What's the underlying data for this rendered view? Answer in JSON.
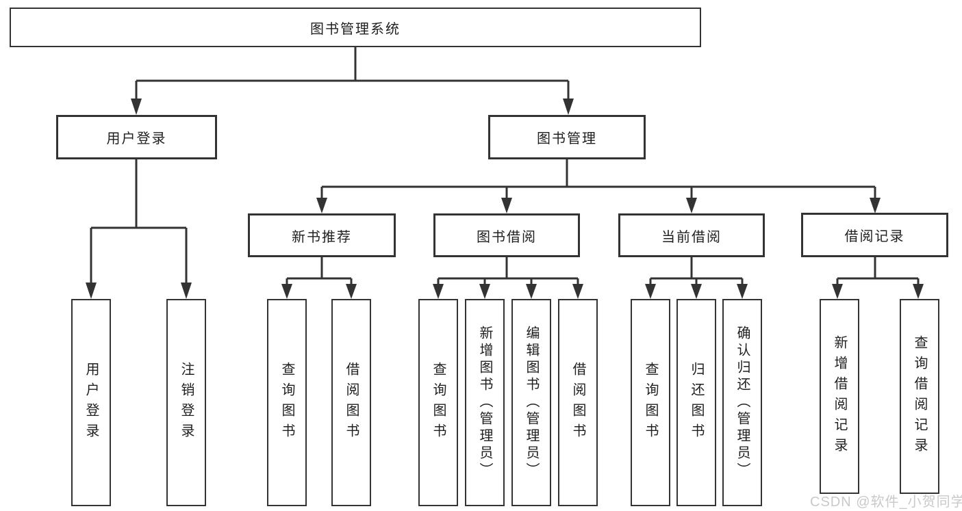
{
  "diagram": {
    "root": {
      "label": "图书管理系统"
    },
    "user_login": {
      "label": "用户登录",
      "children": [
        {
          "label": "用户登录"
        },
        {
          "label": "注销登录"
        }
      ]
    },
    "book_mgmt": {
      "label": "图书管理",
      "children": [
        {
          "label": "新书推荐",
          "children": [
            {
              "label": "查询图书"
            },
            {
              "label": "借阅图书"
            }
          ]
        },
        {
          "label": "图书借阅",
          "children": [
            {
              "label": "查询图书"
            },
            {
              "label": "新增图书（管理员）"
            },
            {
              "label": "编辑图书（管理员）"
            },
            {
              "label": "借阅图书"
            }
          ]
        },
        {
          "label": "当前借阅",
          "children": [
            {
              "label": "查询图书"
            },
            {
              "label": "归还图书"
            },
            {
              "label": "确认归还（管理员）"
            }
          ]
        },
        {
          "label": "借阅记录",
          "children": [
            {
              "label": "新增借阅记录"
            },
            {
              "label": "查询借阅记录"
            }
          ]
        }
      ]
    }
  },
  "watermark": {
    "text": "CSDN @软件_小贺同学"
  },
  "colors": {
    "line": "#333333",
    "box_border": "#333333",
    "box_fill": "#ffffff",
    "text": "#1f1f1f",
    "watermark": "#c9c9c9",
    "background": "#ffffff"
  }
}
